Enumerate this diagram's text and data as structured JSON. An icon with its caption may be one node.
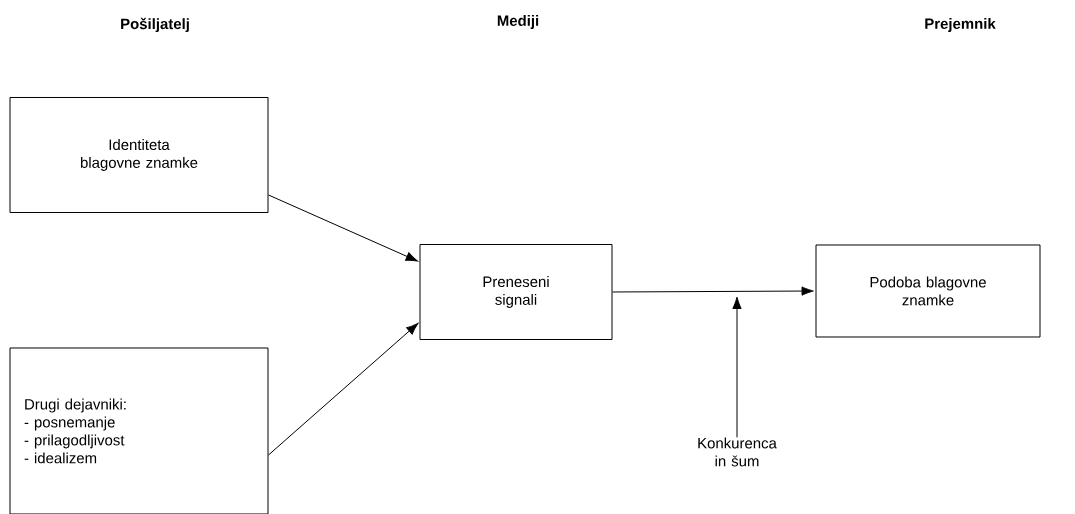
{
  "diagram": {
    "nodes": [
      {
        "text": [
          "Identiteta blagovne znamke"
        ]
      },
      {
        "text": [
          "Drugi dejavniki:",
          "- posnemanje",
          "- prilagodljivost",
          "- idealizem"
        ]
      },
      {
        "text": [
          "Preneseni signali"
        ]
      },
      {
        "text": [
          "Podoba blagovne znamke"
        ]
      },
      {
        "text": [
          "Konkurenca in šum"
        ]
      }
    ],
    "edges": [
      {
        "from": 0,
        "to": 2,
        "arrow": "to"
      },
      {
        "from": 1,
        "to": 2,
        "arrow": "to"
      },
      {
        "from": 2,
        "to": 3,
        "arrow": "to"
      },
      {
        "from": 4,
        "to": null,
        "arrow": "to"
      }
    ],
    "labels": [
      "Pošiljatelj",
      "Mediji",
      "Prejemnik"
    ]
  }
}
